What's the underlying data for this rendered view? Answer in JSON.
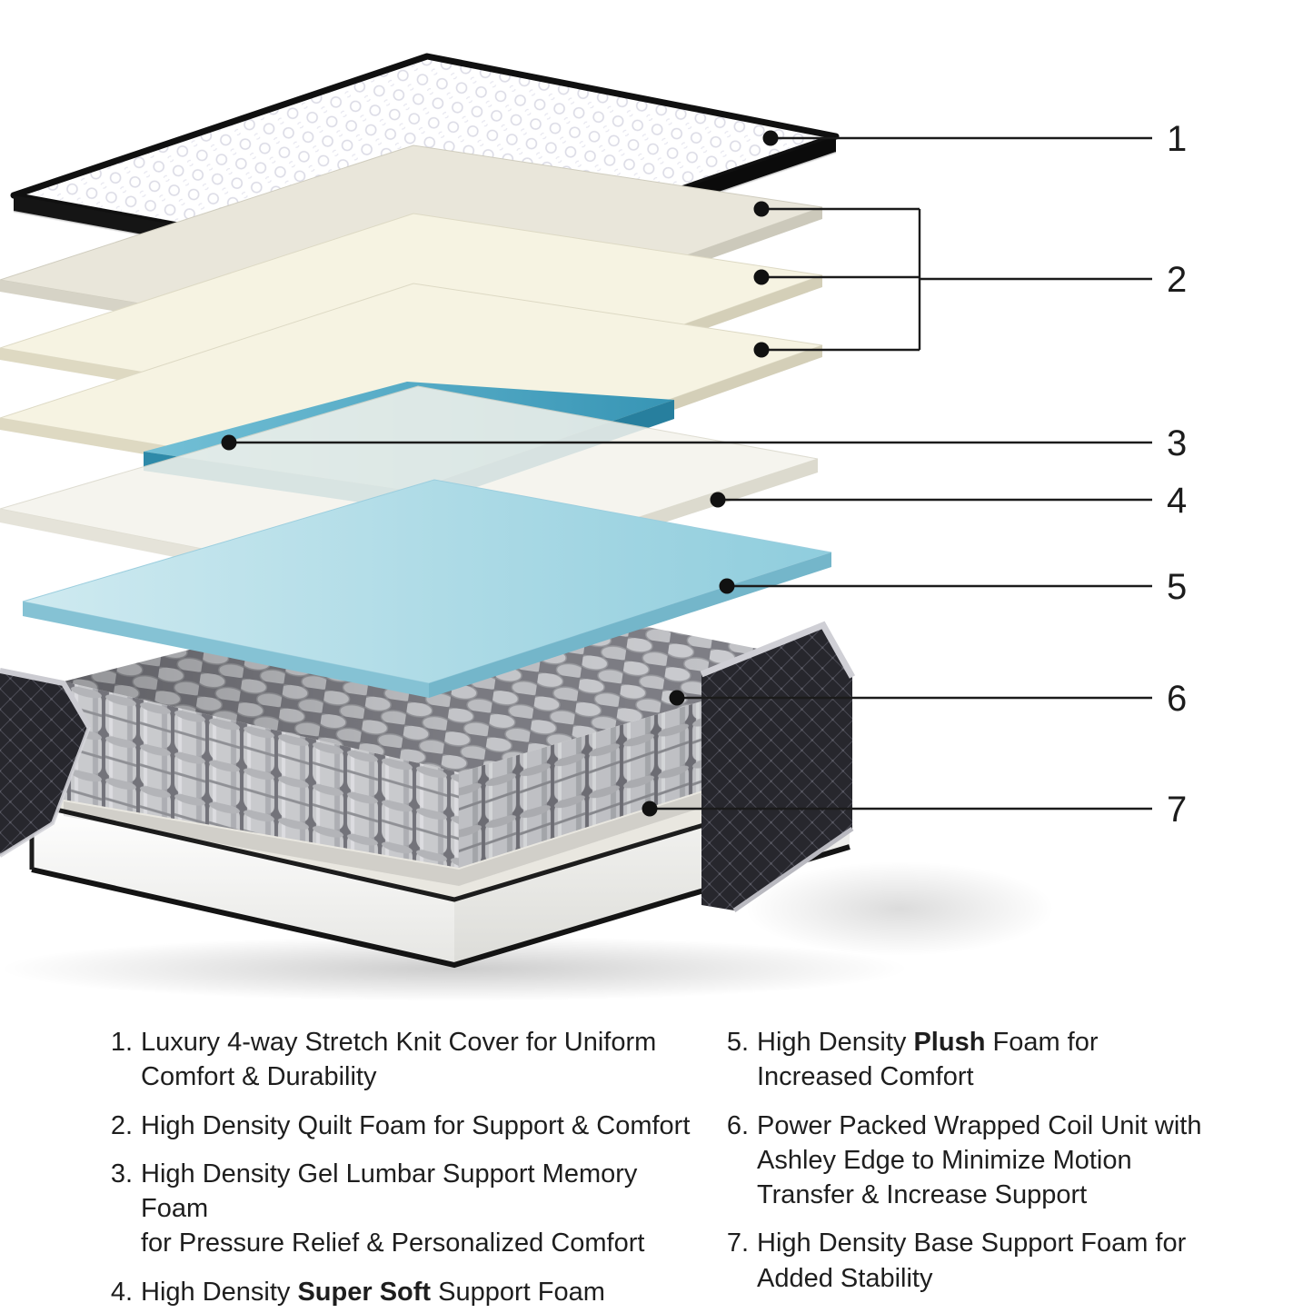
{
  "diagram": {
    "callouts": [
      {
        "num": "1"
      },
      {
        "num": "2"
      },
      {
        "num": "3"
      },
      {
        "num": "4"
      },
      {
        "num": "5"
      },
      {
        "num": "6"
      },
      {
        "num": "7"
      }
    ]
  },
  "legend": {
    "left": [
      {
        "num": "1.",
        "segments": [
          {
            "t": "Luxury 4-way Stretch Knit Cover for Uniform\nComfort & Durability",
            "b": false
          }
        ]
      },
      {
        "num": "2.",
        "segments": [
          {
            "t": "High Density Quilt Foam for Support & Comfort",
            "b": false
          }
        ]
      },
      {
        "num": "3.",
        "segments": [
          {
            "t": "High Density Gel Lumbar Support Memory Foam\nfor Pressure Relief & Personalized Comfort",
            "b": false
          }
        ]
      },
      {
        "num": "4.",
        "segments": [
          {
            "t": "High Density ",
            "b": false
          },
          {
            "t": "Super Soft",
            "b": true
          },
          {
            "t": " Support Foam",
            "b": false
          }
        ]
      }
    ],
    "right": [
      {
        "num": "5.",
        "segments": [
          {
            "t": "High Density ",
            "b": false
          },
          {
            "t": "Plush",
            "b": true
          },
          {
            "t": " Foam for\nIncreased Comfort",
            "b": false
          }
        ]
      },
      {
        "num": "6.",
        "segments": [
          {
            "t": "Power Packed Wrapped Coil Unit with\nAshley Edge to Minimize Motion\nTransfer & Increase Support",
            "b": false
          }
        ]
      },
      {
        "num": "7.",
        "segments": [
          {
            "t": "High Density Base Support Foam for\nAdded Stability",
            "b": false
          }
        ]
      }
    ]
  },
  "colors": {
    "gel_memory_foam": "#3a96b5",
    "plush_foam": "#a6d8e4",
    "quilt_foam": "#f5f2e1",
    "cover_binding": "#141414",
    "coil_gray": "#c9cacd",
    "fabric_dark": "#27272d",
    "callout_line": "#1b1b1b"
  }
}
